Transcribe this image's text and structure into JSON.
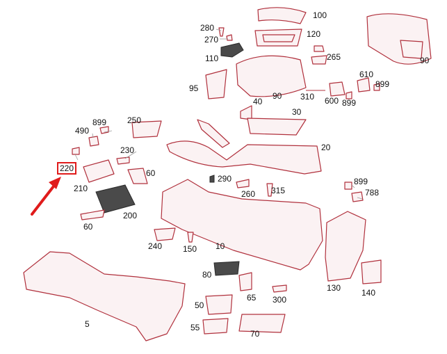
{
  "diagram": {
    "callouts": [
      {
        "id": "c100",
        "text": "100"
      },
      {
        "id": "c280",
        "text": "280"
      },
      {
        "id": "c270",
        "text": "270"
      },
      {
        "id": "c120",
        "text": "120"
      },
      {
        "id": "c110",
        "text": "110"
      },
      {
        "id": "c265",
        "text": "265"
      },
      {
        "id": "c90a",
        "text": "90"
      },
      {
        "id": "c95",
        "text": "95"
      },
      {
        "id": "c90b",
        "text": "90"
      },
      {
        "id": "c610",
        "text": "610"
      },
      {
        "id": "c899a",
        "text": "899"
      },
      {
        "id": "c310",
        "text": "310"
      },
      {
        "id": "c600",
        "text": "600"
      },
      {
        "id": "c899b",
        "text": "899"
      },
      {
        "id": "c40",
        "text": "40"
      },
      {
        "id": "c30",
        "text": "30"
      },
      {
        "id": "c899c",
        "text": "899"
      },
      {
        "id": "c490",
        "text": "490"
      },
      {
        "id": "c250",
        "text": "250"
      },
      {
        "id": "c20",
        "text": "20"
      },
      {
        "id": "c230",
        "text": "230"
      },
      {
        "id": "c220",
        "text": "220",
        "highlighted": true
      },
      {
        "id": "c60a",
        "text": "60"
      },
      {
        "id": "c210",
        "text": "210"
      },
      {
        "id": "c290",
        "text": "290"
      },
      {
        "id": "c899d",
        "text": "899"
      },
      {
        "id": "c315",
        "text": "315"
      },
      {
        "id": "c260",
        "text": "260"
      },
      {
        "id": "c788",
        "text": "788"
      },
      {
        "id": "c200",
        "text": "200"
      },
      {
        "id": "c60b",
        "text": "60"
      },
      {
        "id": "c240",
        "text": "240"
      },
      {
        "id": "c150",
        "text": "150"
      },
      {
        "id": "c10",
        "text": "10"
      },
      {
        "id": "c80",
        "text": "80"
      },
      {
        "id": "c130",
        "text": "130"
      },
      {
        "id": "c140",
        "text": "140"
      },
      {
        "id": "c65",
        "text": "65"
      },
      {
        "id": "c300",
        "text": "300"
      },
      {
        "id": "c50",
        "text": "50"
      },
      {
        "id": "c5",
        "text": "5"
      },
      {
        "id": "c55",
        "text": "55"
      },
      {
        "id": "c70",
        "text": "70"
      }
    ],
    "colors": {
      "outline": "#b0303c",
      "fill": "#fbf2f3",
      "highlight_box": "#e01b1b",
      "arrow": "#e01b1b",
      "text": "#111111"
    }
  }
}
